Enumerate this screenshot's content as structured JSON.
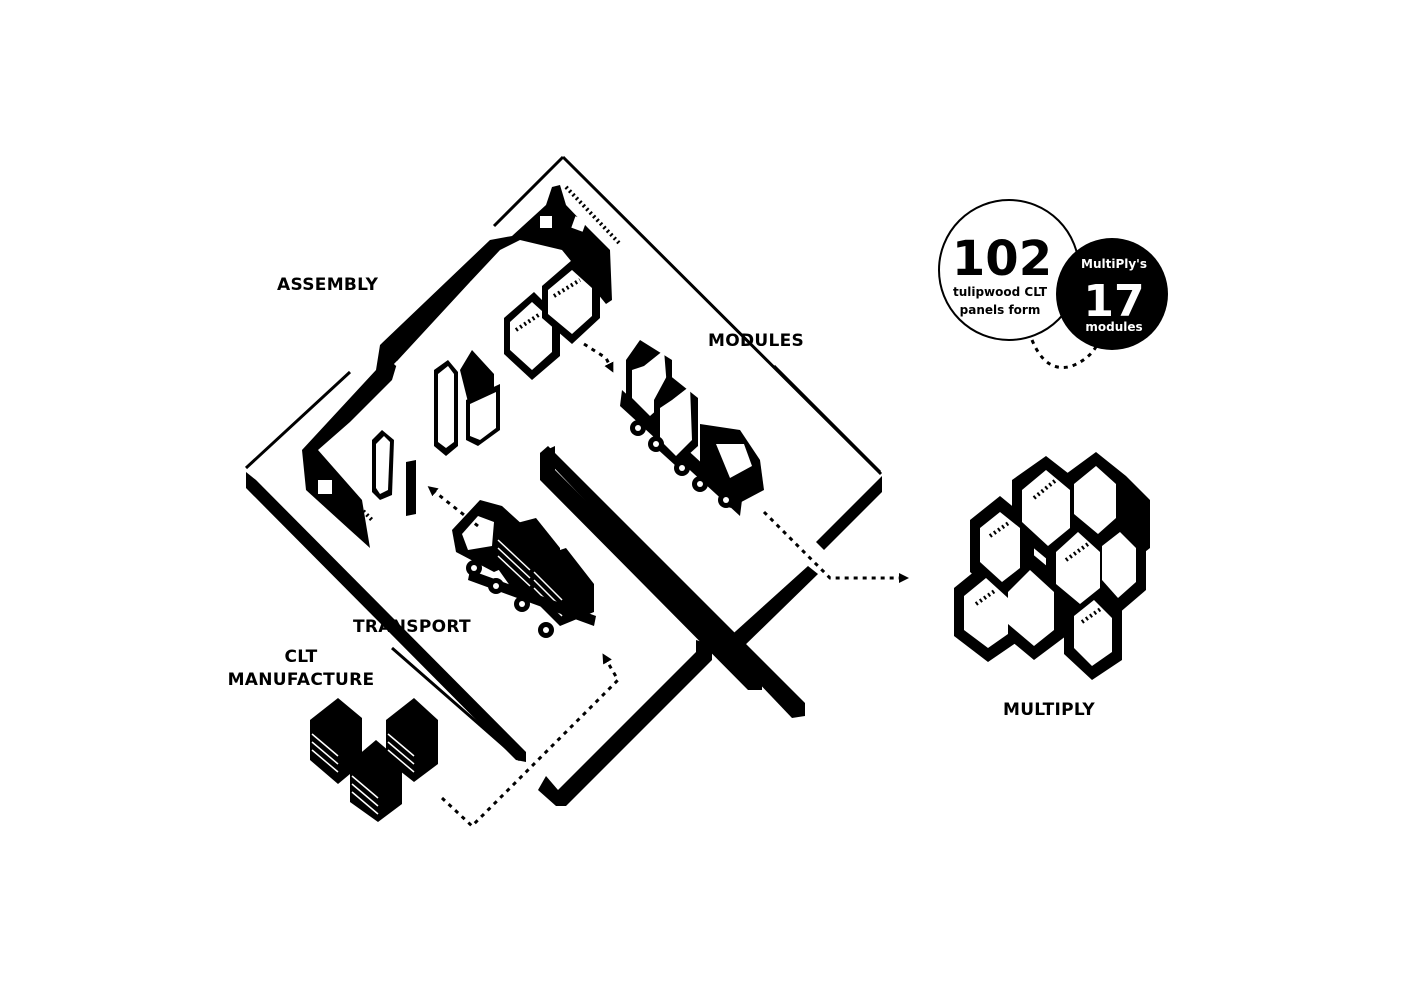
{
  "labels": {
    "assembly": "ASSEMBLY",
    "modules": "MODULES",
    "transport": "TRANSPORT",
    "clt_line1": "CLT",
    "clt_line2": "MANUFACTURE",
    "multiply": "MULTIPLY"
  },
  "stat": {
    "panels_count": "102",
    "panels_line1": "tulipwood CLT",
    "panels_line2": "panels form",
    "brand": "MultiPly's",
    "modules_count": "17",
    "modules_word": "modules"
  },
  "colors": {
    "ink": "#000000",
    "paper": "#ffffff"
  }
}
